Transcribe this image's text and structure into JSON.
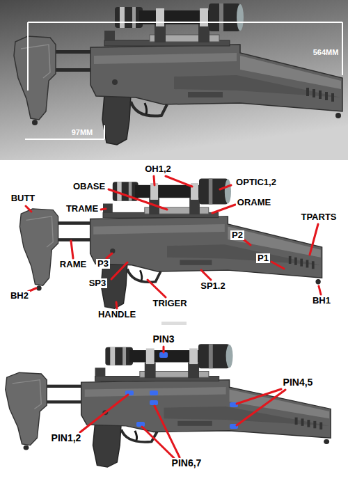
{
  "diagram": {
    "labels": [
      "564MM",
      "97MM",
      "OH1,2",
      "OBASE",
      "OPTIC1,2",
      "BUTT",
      "TRAME",
      "ORAME",
      "TPARTS",
      "P2",
      "P3",
      "RAME",
      "P1",
      "SP3",
      "SP1.2",
      "BH1",
      "BH2",
      "TRIGER",
      "HANDLE",
      "PIN3",
      "PIN4,5",
      "PIN1,2",
      "PIN6,7"
    ]
  }
}
